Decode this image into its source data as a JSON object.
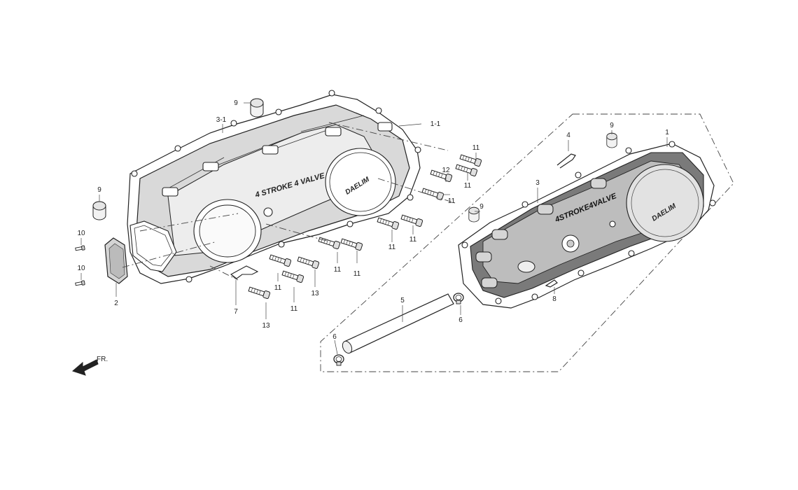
{
  "callouts": {
    "c1": "1",
    "c1_1": "1-1",
    "c2": "2",
    "c3": "3",
    "c3_1": "3-1",
    "c4": "4",
    "c5": "5",
    "c6a": "6",
    "c6b": "6",
    "c7": "7",
    "c8": "8",
    "c9a": "9",
    "c9b": "9",
    "c9c": "9",
    "c9d": "9",
    "c10a": "10",
    "c10b": "10",
    "c11": "11",
    "c12": "12",
    "c13": "13"
  },
  "cover_text": {
    "brand_left": "DAELIM",
    "slogan_left": "4 STROKE 4 VALVE",
    "brand_right": "DAELIM",
    "slogan_right": "4STROKE4VALVE"
  },
  "direction": {
    "label": "FR."
  }
}
